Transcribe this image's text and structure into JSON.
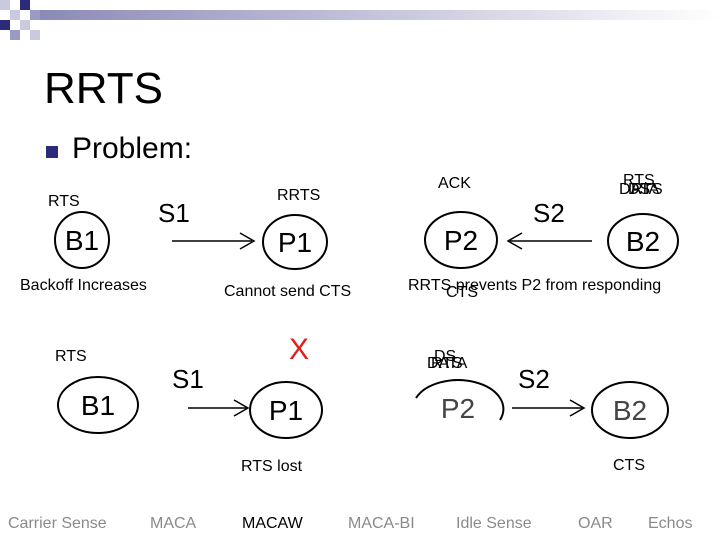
{
  "slide": {
    "title": "RRTS",
    "bullet": "Problem:"
  },
  "top": {
    "stations": {
      "s1": "S1",
      "s2": "S2"
    },
    "nodes": {
      "b1": "B1",
      "p1": "P1",
      "p2": "P2",
      "b2": "B2"
    },
    "labels": {
      "rts_left": "RTS",
      "rrts": "RRTS",
      "ack": "ACK",
      "b2_stack": [
        "RTS",
        "DATA",
        "DS",
        "RTS"
      ],
      "backoff": "Backoff Increases",
      "cannot_send": "Cannot send CTS",
      "rrts_prevents": "RRTS prevents P2 from responding",
      "cts_overlap": "CTS"
    }
  },
  "bottom": {
    "stations": {
      "s1": "S1",
      "s2": "S2"
    },
    "nodes": {
      "b1": "B1",
      "p1": "P1",
      "p2": "P2",
      "b2": "B2"
    },
    "labels": {
      "rts_left": "RTS",
      "x_mark": "X",
      "p2_stack": [
        "DS",
        "DATA",
        "RTS"
      ],
      "rts_lost": "RTS lost",
      "cts_right": "CTS"
    }
  },
  "footer": [
    "Carrier Sense",
    "MACA",
    "MACAW",
    "MACA-BI",
    "Idle Sense",
    "OAR",
    "Echos"
  ],
  "colors": {
    "accent": "#2b2b7a",
    "red": "#e0201a",
    "footer": "#8a8a8a"
  }
}
